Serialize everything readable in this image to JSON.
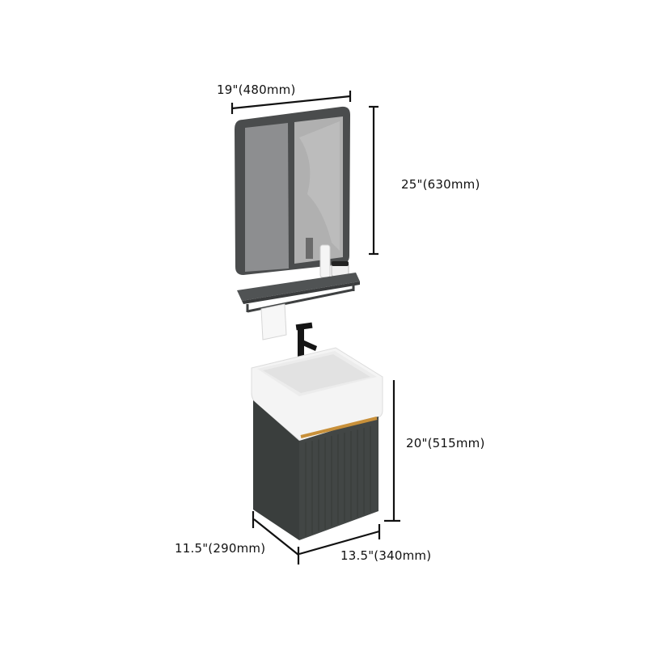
{
  "product": {
    "name": "Bathroom vanity set with mirror, shelf and sink cabinet",
    "components": [
      "mirror",
      "shelf-with-towel-bar",
      "faucet",
      "ceramic-sink",
      "wall-cabinet"
    ]
  },
  "dimensions": {
    "mirror_width": "19\"(480mm)",
    "mirror_height": "25\"(630mm)",
    "cabinet_height": "20\"(515mm)",
    "cabinet_depth": "11.5\"(290mm)",
    "cabinet_width": "13.5\"(340mm)"
  },
  "colors": {
    "frame": "#4a4c4d",
    "cabinet": "#3f4342",
    "handle": "#c8903a",
    "sink": "#f4f4f4",
    "marble": "#a9a9a9",
    "dimension_line": "#111111"
  }
}
